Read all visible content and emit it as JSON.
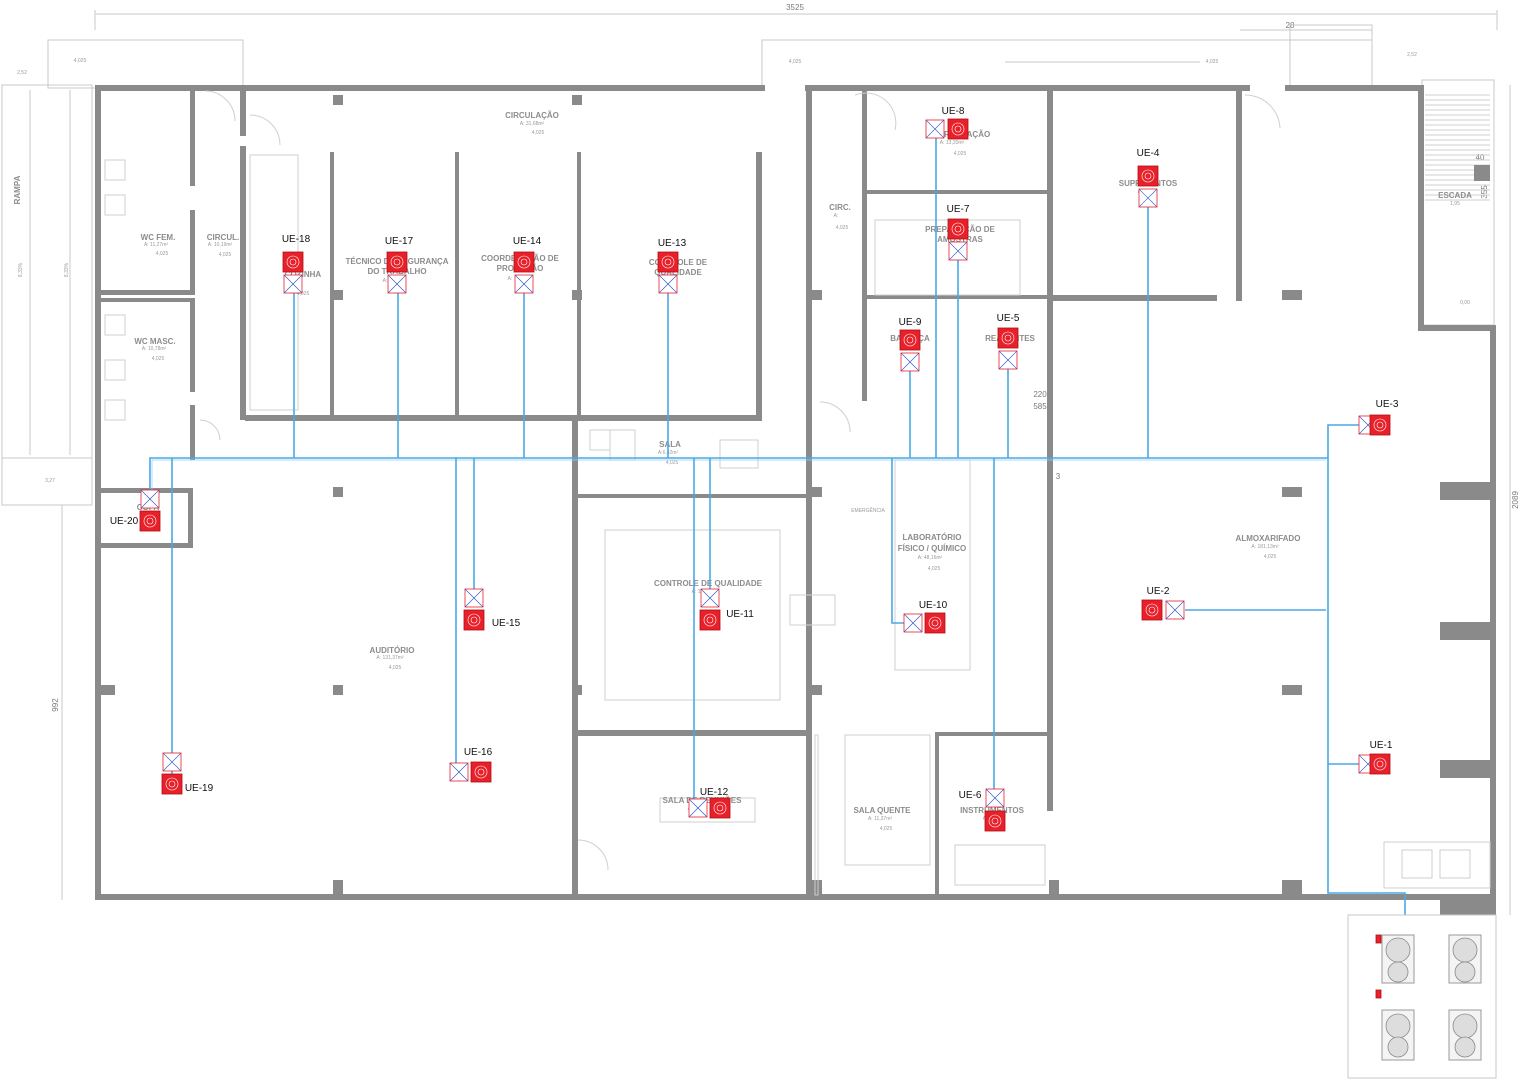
{
  "dimensions": {
    "top_width": "3525",
    "top_right": "28",
    "right_height": "2089",
    "left_height": "992",
    "stair_w": "40",
    "stair_h": "355",
    "mid_a": "220",
    "mid_b": "585",
    "mid_c": "3"
  },
  "levels": {
    "l1": "2,52",
    "l2": "4,025",
    "l3": "4,025",
    "l4": "4,025",
    "l5": "2,52",
    "l6": "3,27",
    "l7": "0,00",
    "ramp_a": "8,33%",
    "ramp_b": "8,33%"
  },
  "rooms": [
    {
      "id": "circulacao",
      "name": "CIRCULAÇÃO",
      "area": "A: 31,68m²",
      "level": "4,025"
    },
    {
      "id": "wc_fem",
      "name": "WC FEM.",
      "area": "A: 11,27m²",
      "level": "4,025"
    },
    {
      "id": "circul",
      "name": "CIRCUL.",
      "area": "A: 10,19m²",
      "level": "4,025"
    },
    {
      "id": "wc_masc",
      "name": "WC MASC.",
      "area": "A: 10,78m²",
      "level": "4,025"
    },
    {
      "id": "copa",
      "name": "COPA",
      "area": "",
      "level": ""
    },
    {
      "id": "cozinha",
      "name": "COZINHA",
      "area": "",
      "level": "4,025"
    },
    {
      "id": "seg",
      "name": "TÉCNICO DE SEGURANÇA",
      "name2": "DO TRABALHO",
      "area": "A:",
      "level": ""
    },
    {
      "id": "coord",
      "name": "COORDENAÇÃO DE",
      "name2": "PRODUÇÃO",
      "area": "A:",
      "level": ""
    },
    {
      "id": "cq_top",
      "name": "CONTROLE DE",
      "name2": "QUALIDADE",
      "area": "A:",
      "level": ""
    },
    {
      "id": "sala",
      "name": "SALA",
      "area": "A:6,42m²",
      "level": "4,025"
    },
    {
      "id": "auditorio",
      "name": "AUDITÓRIO",
      "area": "A: 131,37m²",
      "level": "4,025"
    },
    {
      "id": "cq",
      "name": "CONTROLE DE QUALIDADE",
      "area": "A: 11,",
      "level": ""
    },
    {
      "id": "reunioes",
      "name": "SALA DE REUNIÕES",
      "area": "A:",
      "level": ""
    },
    {
      "id": "circ2",
      "name": "CIRC.",
      "area": "A:",
      "level": "4,025"
    },
    {
      "id": "coordenacao",
      "name": "COORDENAÇÃO",
      "area": "A: 13,20m²",
      "level": "4,025"
    },
    {
      "id": "prep",
      "name": "PREPARAÇÃO DE",
      "name2": "AMOSTRAS",
      "area": "",
      "level": ""
    },
    {
      "id": "balanca",
      "name": "BALANÇA",
      "area": "A:",
      "level": ""
    },
    {
      "id": "reagentes",
      "name": "REAGENTES",
      "area": "",
      "level": ""
    },
    {
      "id": "lab",
      "name": "LABORATÓRIO",
      "name2": "FÍSICO / QUÍMICO",
      "area": "A: 48,16m²",
      "level": "4,025"
    },
    {
      "id": "emerg",
      "name": "EMERGÊNCIA",
      "area": "",
      "level": ""
    },
    {
      "id": "sala_quente",
      "name": "SALA QUENTE",
      "area": "A: 11,37m²",
      "level": "4,025"
    },
    {
      "id": "instr",
      "name": "INSTRUMENTOS",
      "area": "A:",
      "level": ""
    },
    {
      "id": "supr",
      "name": "SUPRIMENTOS",
      "area": "A:",
      "level": ""
    },
    {
      "id": "almox",
      "name": "ALMOXARIFADO",
      "area": "A: 181,13m²",
      "level": "4,025"
    },
    {
      "id": "escada",
      "name": "ESCADA",
      "area": "1,95",
      "level": ""
    },
    {
      "id": "rampa",
      "name": "RAMPA",
      "area": "",
      "level": ""
    }
  ],
  "units": [
    {
      "id": "UE-1",
      "label": "UE-1"
    },
    {
      "id": "UE-2",
      "label": "UE-2"
    },
    {
      "id": "UE-3",
      "label": "UE-3"
    },
    {
      "id": "UE-4",
      "label": "UE-4"
    },
    {
      "id": "UE-5",
      "label": "UE-5"
    },
    {
      "id": "UE-6",
      "label": "UE-6"
    },
    {
      "id": "UE-7",
      "label": "UE-7"
    },
    {
      "id": "UE-8",
      "label": "UE-8"
    },
    {
      "id": "UE-9",
      "label": "UE-9"
    },
    {
      "id": "UE-10",
      "label": "UE-10"
    },
    {
      "id": "UE-11",
      "label": "UE-11"
    },
    {
      "id": "UE-12",
      "label": "UE-12"
    },
    {
      "id": "UE-13",
      "label": "UE-13"
    },
    {
      "id": "UE-14",
      "label": "UE-14"
    },
    {
      "id": "UE-15",
      "label": "UE-15"
    },
    {
      "id": "UE-16",
      "label": "UE-16"
    },
    {
      "id": "UE-17",
      "label": "UE-17"
    },
    {
      "id": "UE-18",
      "label": "UE-18"
    },
    {
      "id": "UE-19",
      "label": "UE-19"
    },
    {
      "id": "UE-20",
      "label": "UE-20"
    }
  ],
  "colors": {
    "pipe": "#4aa8e8",
    "unit": "#e8202a",
    "wall": "#8a8a8a"
  }
}
